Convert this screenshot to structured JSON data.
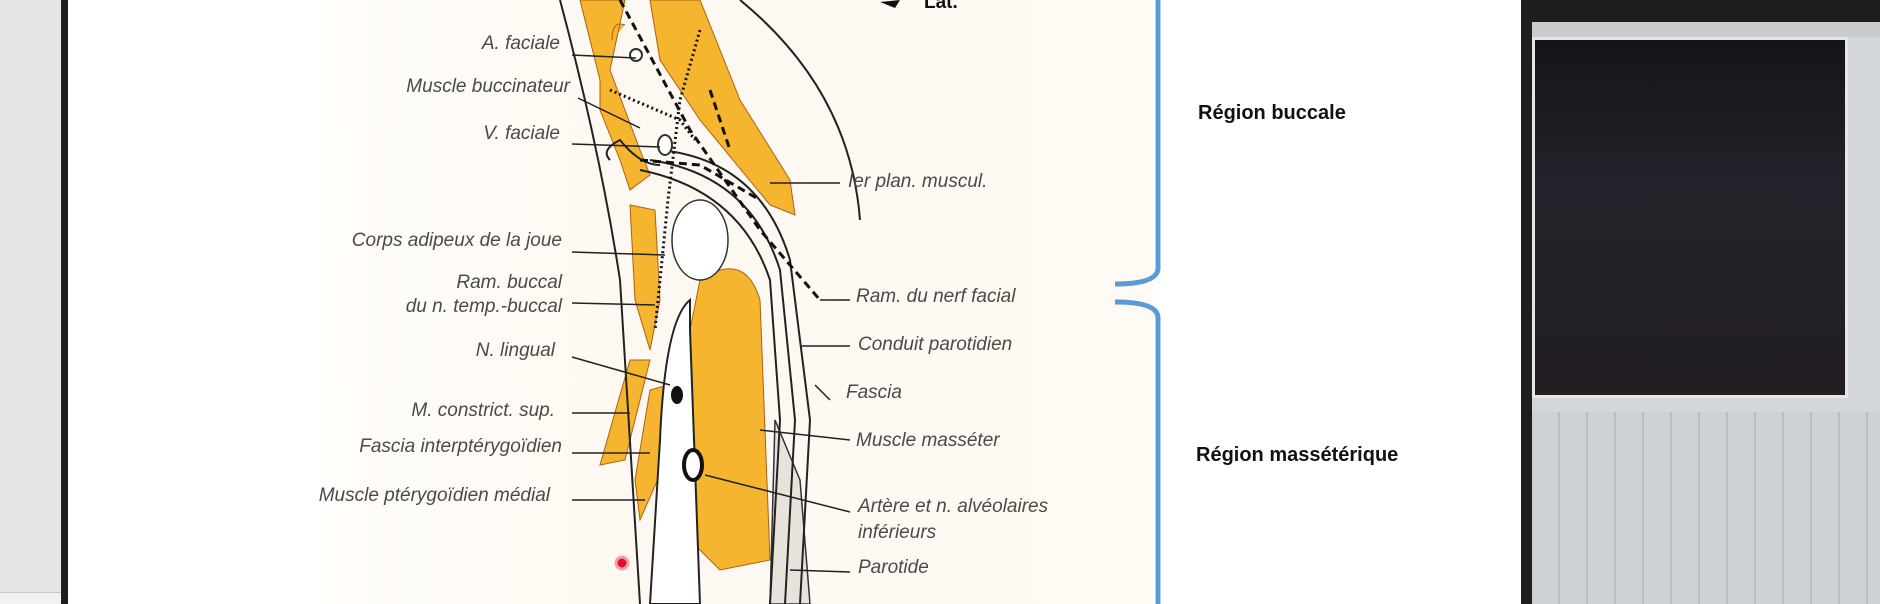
{
  "slide": {
    "orientation_label": "Lat.",
    "labels_left": [
      {
        "text": "A. faciale"
      },
      {
        "text": "Muscle buccinateur"
      },
      {
        "text": "V. faciale"
      },
      {
        "text": "Corps adipeux de la joue"
      },
      {
        "text": "Ram. buccal"
      },
      {
        "text": "du n. temp.-buccal"
      },
      {
        "text": "N. lingual"
      },
      {
        "text": "M. constrict. sup."
      },
      {
        "text": "Fascia interptérygoïdien"
      },
      {
        "text": "Muscle ptérygoïdien médial"
      }
    ],
    "labels_right": [
      {
        "text": "Ier plan. muscul."
      },
      {
        "text": "Ram. du nerf facial"
      },
      {
        "text": "Conduit parotidien"
      },
      {
        "text": "Fascia"
      },
      {
        "text": "Muscle masséter"
      },
      {
        "text": "Artère et n. alvéolaires"
      },
      {
        "text": "inférieurs"
      },
      {
        "text": "Parotide"
      }
    ],
    "regions": {
      "buccal": "Région buccale",
      "masseteric": "Région massétérique"
    },
    "colors": {
      "muscle": "#f5b52e",
      "brace": "#5b9bd5",
      "pointer": "#e0102a"
    }
  }
}
